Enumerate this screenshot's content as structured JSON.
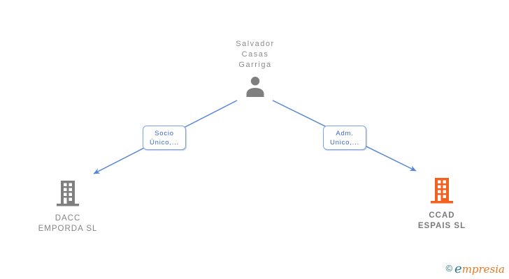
{
  "diagram": {
    "person": {
      "name_lines": [
        "Salvador",
        "Casas",
        "Garriga"
      ],
      "icon": "person-icon"
    },
    "edges": [
      {
        "target": "left",
        "label_lines": [
          "Socio",
          "Único,..."
        ]
      },
      {
        "target": "right",
        "label_lines": [
          "Adm.",
          "Unico,..."
        ]
      }
    ],
    "companies": [
      {
        "side": "left",
        "name_lines": [
          "DACC",
          "EMPORDA SL"
        ],
        "icon": "building-icon",
        "icon_color": "#7f7f7f",
        "highlighted": false
      },
      {
        "side": "right",
        "name_lines": [
          "CCAD",
          "ESPAIS SL"
        ],
        "icon": "building-icon",
        "icon_color": "#f4611e",
        "highlighted": true
      }
    ]
  },
  "footer": {
    "copyright_symbol": "©",
    "brand_initial": "e",
    "brand_rest": "mpresia"
  },
  "colors": {
    "connector_blue": "#5585db",
    "edge_box_border": "#7ca3e8",
    "edge_box_text": "#3a68c8",
    "person_gray": "#7f7f7f",
    "name_gray": "#8c8c8c",
    "company_text_gray": "#848484",
    "highlight_orange": "#f4611e",
    "logo_teal": "#2b7a8c",
    "logo_orange": "#e87722",
    "background": "#ffffff"
  }
}
